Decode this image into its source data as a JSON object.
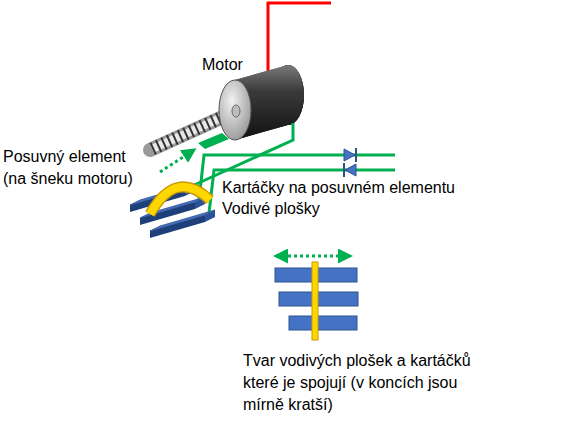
{
  "diagram": {
    "labels": [
      "Motor",
      "Posuvný element (na šneku motoru)",
      "Kartáčky na posuvném elementu",
      "Vodivé plošky",
      "Tvar vodivých plošek a kartáčků které je spojují (v koncích jsou mírně kratší)"
    ]
  }
}
